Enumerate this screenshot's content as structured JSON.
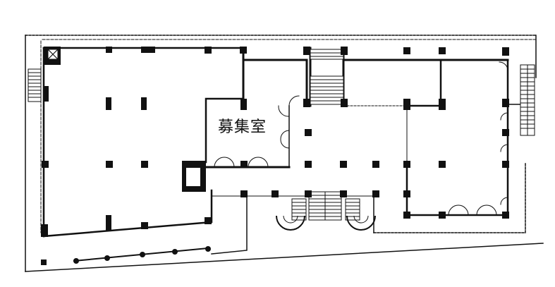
{
  "diagram": {
    "type": "floor-plan",
    "colors": {
      "wall": "#111111",
      "background": "#ffffff",
      "outline": "#333333"
    },
    "rooms": [
      {
        "id": "recruit-room",
        "label": "募集室"
      }
    ]
  }
}
